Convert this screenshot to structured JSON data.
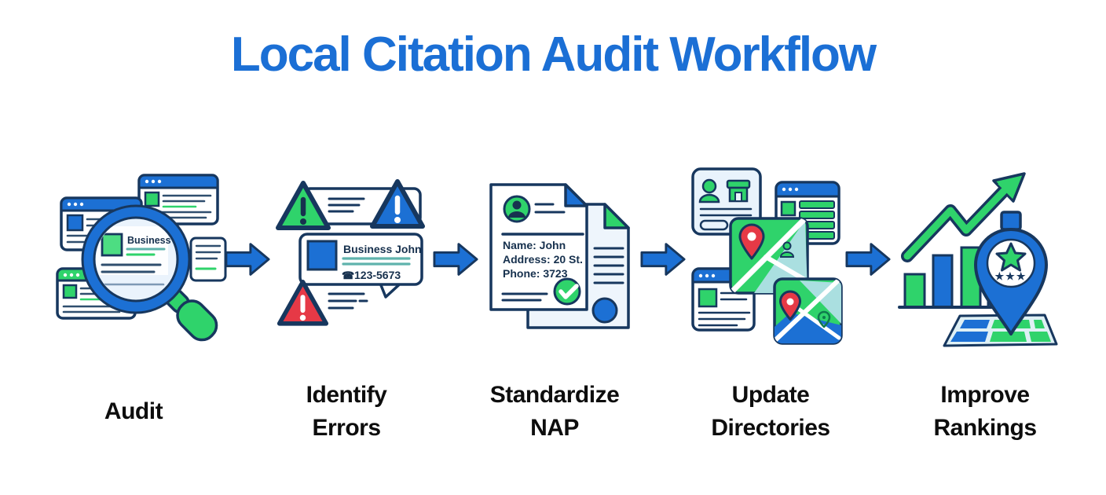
{
  "title": "Local Citation Audit Workflow",
  "colors": {
    "title_blue": "#1b6fd5",
    "primary_blue": "#1c70d4",
    "green": "#2fd36b",
    "red": "#e63946",
    "outline_navy": "#17375e",
    "light_panel": "#e9f3fc",
    "map_cyan": "#aadfe0",
    "teal_line": "#5fb3ac",
    "label_text": "#0d0d0d"
  },
  "steps": [
    {
      "label": "Audit",
      "lines": [
        "Audit",
        ""
      ]
    },
    {
      "label": "Identify Errors",
      "lines": [
        "Identify",
        "Errors"
      ]
    },
    {
      "label": "Standardize NAP",
      "lines": [
        "Standardize",
        "NAP"
      ]
    },
    {
      "label": "Update Directories",
      "lines": [
        "Update",
        "Directories"
      ]
    },
    {
      "label": "Improve Rankings",
      "lines": [
        "Improve",
        "Rankings"
      ]
    }
  ],
  "audit_icon": {
    "lens_text": "Business"
  },
  "identify_errors_icon": {
    "card_title": "Business John",
    "phone_icon": "☎",
    "phone_number": "123-5673"
  },
  "standardize_nap_icon": {
    "name_line": "Name: John",
    "address_line": "Address: 20 St.",
    "phone_line": "Phone: 3723"
  },
  "improve_rankings_icon": {
    "rating_stars": "★★★"
  }
}
